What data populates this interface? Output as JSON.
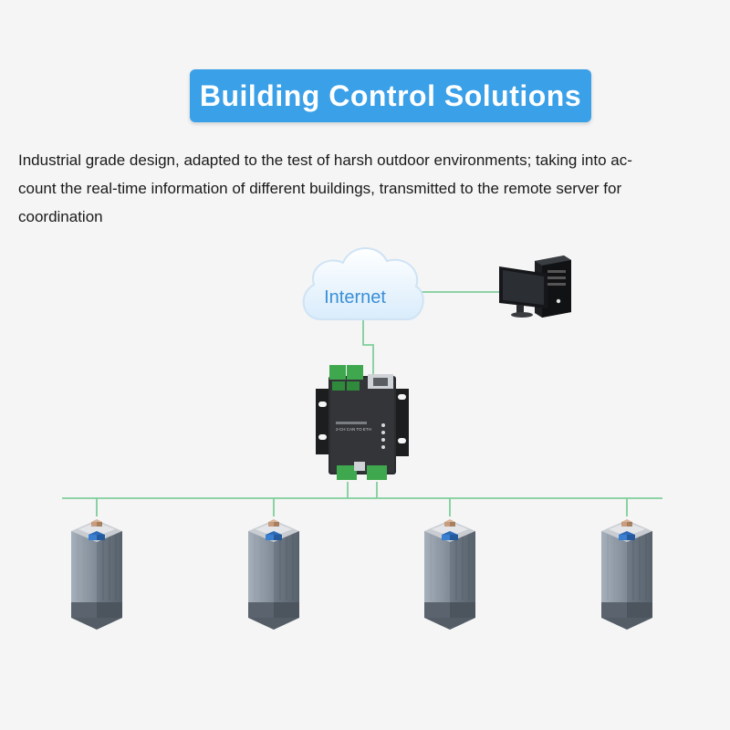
{
  "title": "Building Control Solutions",
  "description": [
    "Industrial grade design, adapted to the test of harsh outdoor environments; taking into ac-",
    "count the real-time information of different buildings, transmitted to the remote server for",
    "coordination"
  ],
  "cloud_label": "Internet",
  "device_label": "2-CH CAN TO ETH",
  "colors": {
    "banner": "#3aa0e8",
    "link_line": "#7fce9b",
    "cloud_text": "#3a8fd8"
  },
  "icons": {
    "cloud": "cloud-icon",
    "computer": "desktop-computer-icon",
    "device": "can-to-ethernet-converter-icon",
    "building": "building-icon"
  }
}
